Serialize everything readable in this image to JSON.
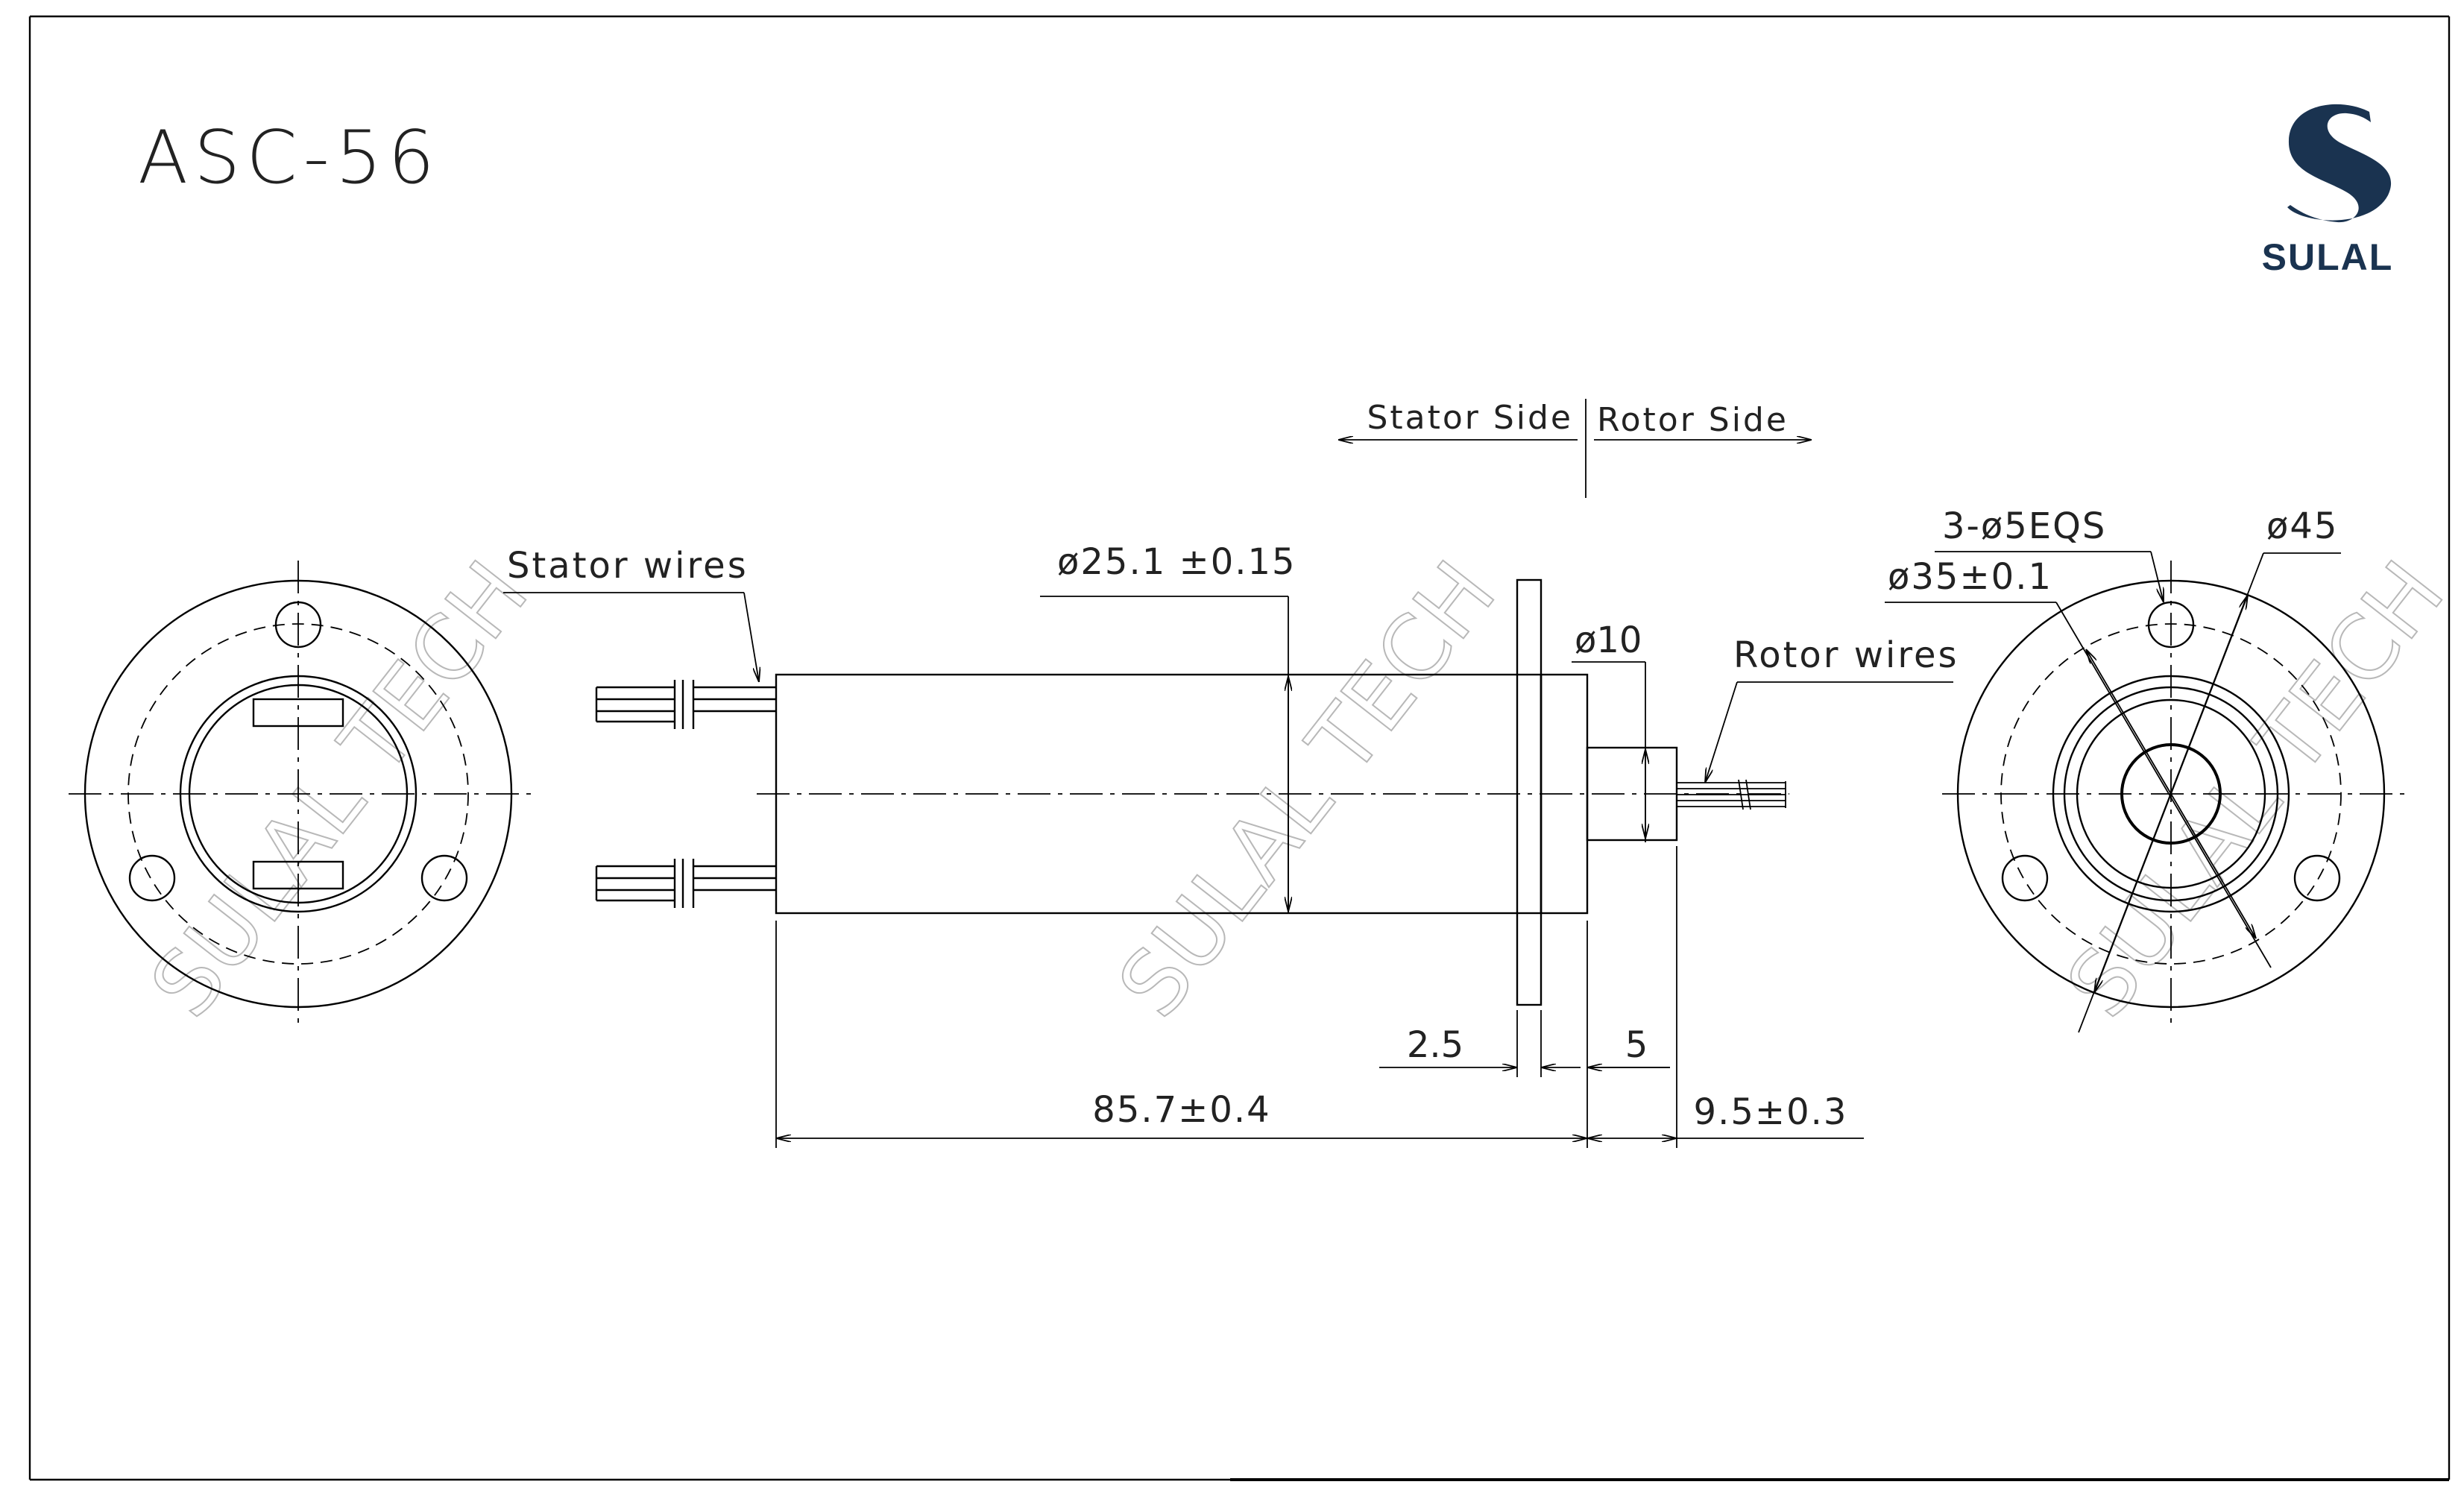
{
  "title": "ASC-56",
  "logo": {
    "brand_text": "SULAL",
    "color": "#1a3350"
  },
  "watermark": "SULAL TECH",
  "annotations": {
    "stator_side": "Stator Side",
    "rotor_side": "Rotor Side",
    "stator_wires": "Stator wires",
    "rotor_wires": "Rotor wires"
  },
  "dimensions": {
    "body_diameter": "ø25.1 ±0.15",
    "shaft_diameter": "ø10",
    "flange_thickness": "2.5",
    "shaft_step": "5",
    "body_length": "85.7±0.4",
    "shaft_length": "9.5±0.3",
    "holes": "3-ø5EQS",
    "pcd_diameter": "ø35±0.1",
    "flange_diameter": "ø45"
  },
  "colors": {
    "line": "#000000",
    "text": "#222222",
    "watermark": "#b8b8b8"
  }
}
